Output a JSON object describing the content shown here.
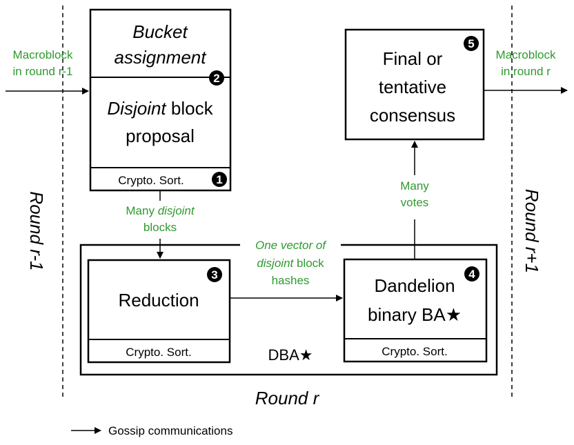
{
  "left_boundary": {
    "label": "Round r-1"
  },
  "right_boundary": {
    "label": "Round r+1"
  },
  "center_label": "Round r",
  "input_edge": {
    "line1": "Macroblock",
    "line2": "in round r-1"
  },
  "output_edge": {
    "line1": "Macroblock",
    "line2": "in round r"
  },
  "proposal_block": {
    "top_line1": "Bucket",
    "top_line2": "assignment",
    "top_badge": "2",
    "mid_word_italic": "Disjoint",
    "mid_word_rest": " block",
    "mid_line2": "proposal",
    "footer": "Crypto. Sort.",
    "footer_badge": "1"
  },
  "edge_disjoint_blocks": {
    "line1_pre": "Many ",
    "line1_italic": "disjoint",
    "line2": "blocks"
  },
  "dba_container": {
    "label": "DBA★"
  },
  "reduction_block": {
    "label": "Reduction",
    "badge": "3",
    "footer": "Crypto. Sort."
  },
  "edge_vector": {
    "line1": "One vector of",
    "line2_italic": "disjoint",
    "line2_rest": " block",
    "line3": "hashes"
  },
  "dandelion_block": {
    "line1": "Dandelion",
    "line2": "binary BA★",
    "badge": "4",
    "footer": "Crypto. Sort."
  },
  "edge_votes": {
    "line1": "Many",
    "line2": "votes"
  },
  "consensus_block": {
    "line1": "Final or",
    "line2": "tentative",
    "line3": "consensus",
    "badge": "5"
  },
  "legend": {
    "label": "Gossip communications"
  }
}
